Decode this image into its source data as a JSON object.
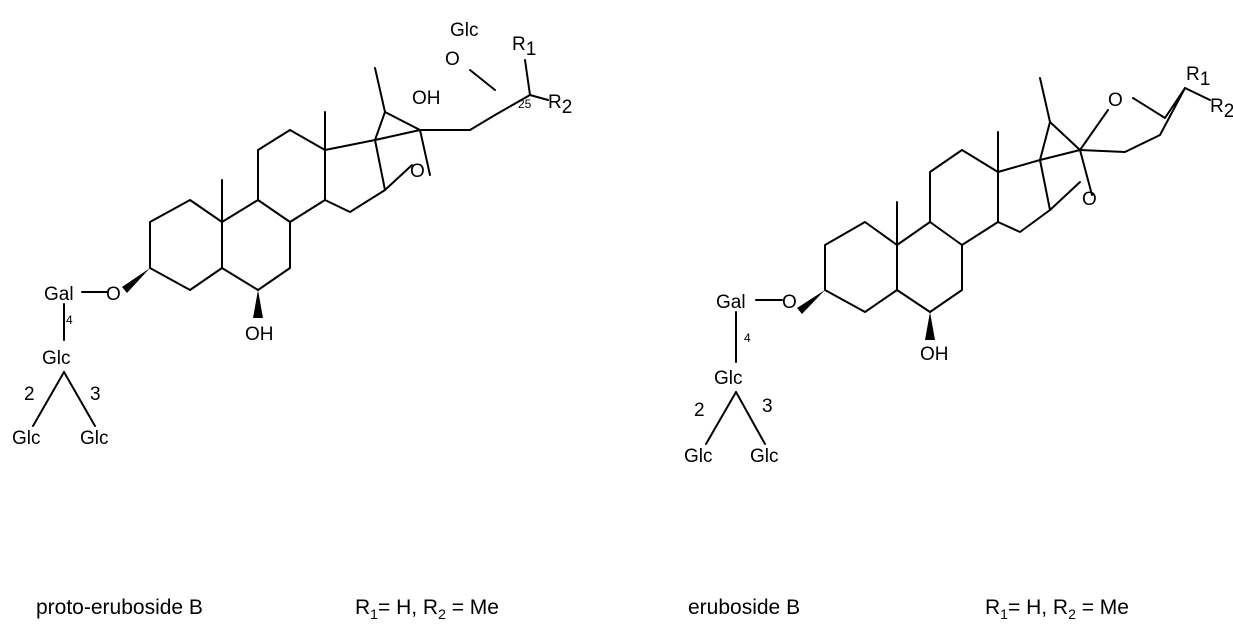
{
  "left": {
    "sugars": {
      "glc_top": "Glc",
      "gal": "Gal",
      "glc_mid": "Glc",
      "glc_a": "Glc",
      "glc_b": "Glc"
    },
    "atoms": {
      "o_side": "O",
      "o_ring": "O",
      "o_3": "O",
      "oh_6": "OH",
      "oh_22": "OH"
    },
    "r1": "R",
    "r1_sub": "1",
    "r2": "R",
    "r2_sub": "2",
    "c25": "25",
    "link4": "4",
    "link2": "2",
    "link3": "3"
  },
  "right": {
    "sugars": {
      "gal": "Gal",
      "glc_mid": "Glc",
      "glc_a": "Glc",
      "glc_b": "Glc"
    },
    "atoms": {
      "o_ring1": "O",
      "o_ring2": "O",
      "o_3": "O",
      "oh_6": "OH"
    },
    "r1": "R",
    "r1_sub": "1",
    "r2": "R",
    "r2_sub": "2",
    "link4": "4",
    "link2": "2",
    "link3": "3"
  },
  "captions": {
    "left_name": "proto-eruboside B",
    "left_r": {
      "r1": "R",
      "r1_sub": "1",
      "eq1": "= H, ",
      "r2": "R",
      "r2_sub": "2",
      "eq2": " = Me"
    },
    "right_name": "eruboside B",
    "right_r": {
      "r1": "R",
      "r1_sub": "1",
      "eq1": "= H, ",
      "r2": "R",
      "r2_sub": "2",
      "eq2": " = Me"
    }
  }
}
